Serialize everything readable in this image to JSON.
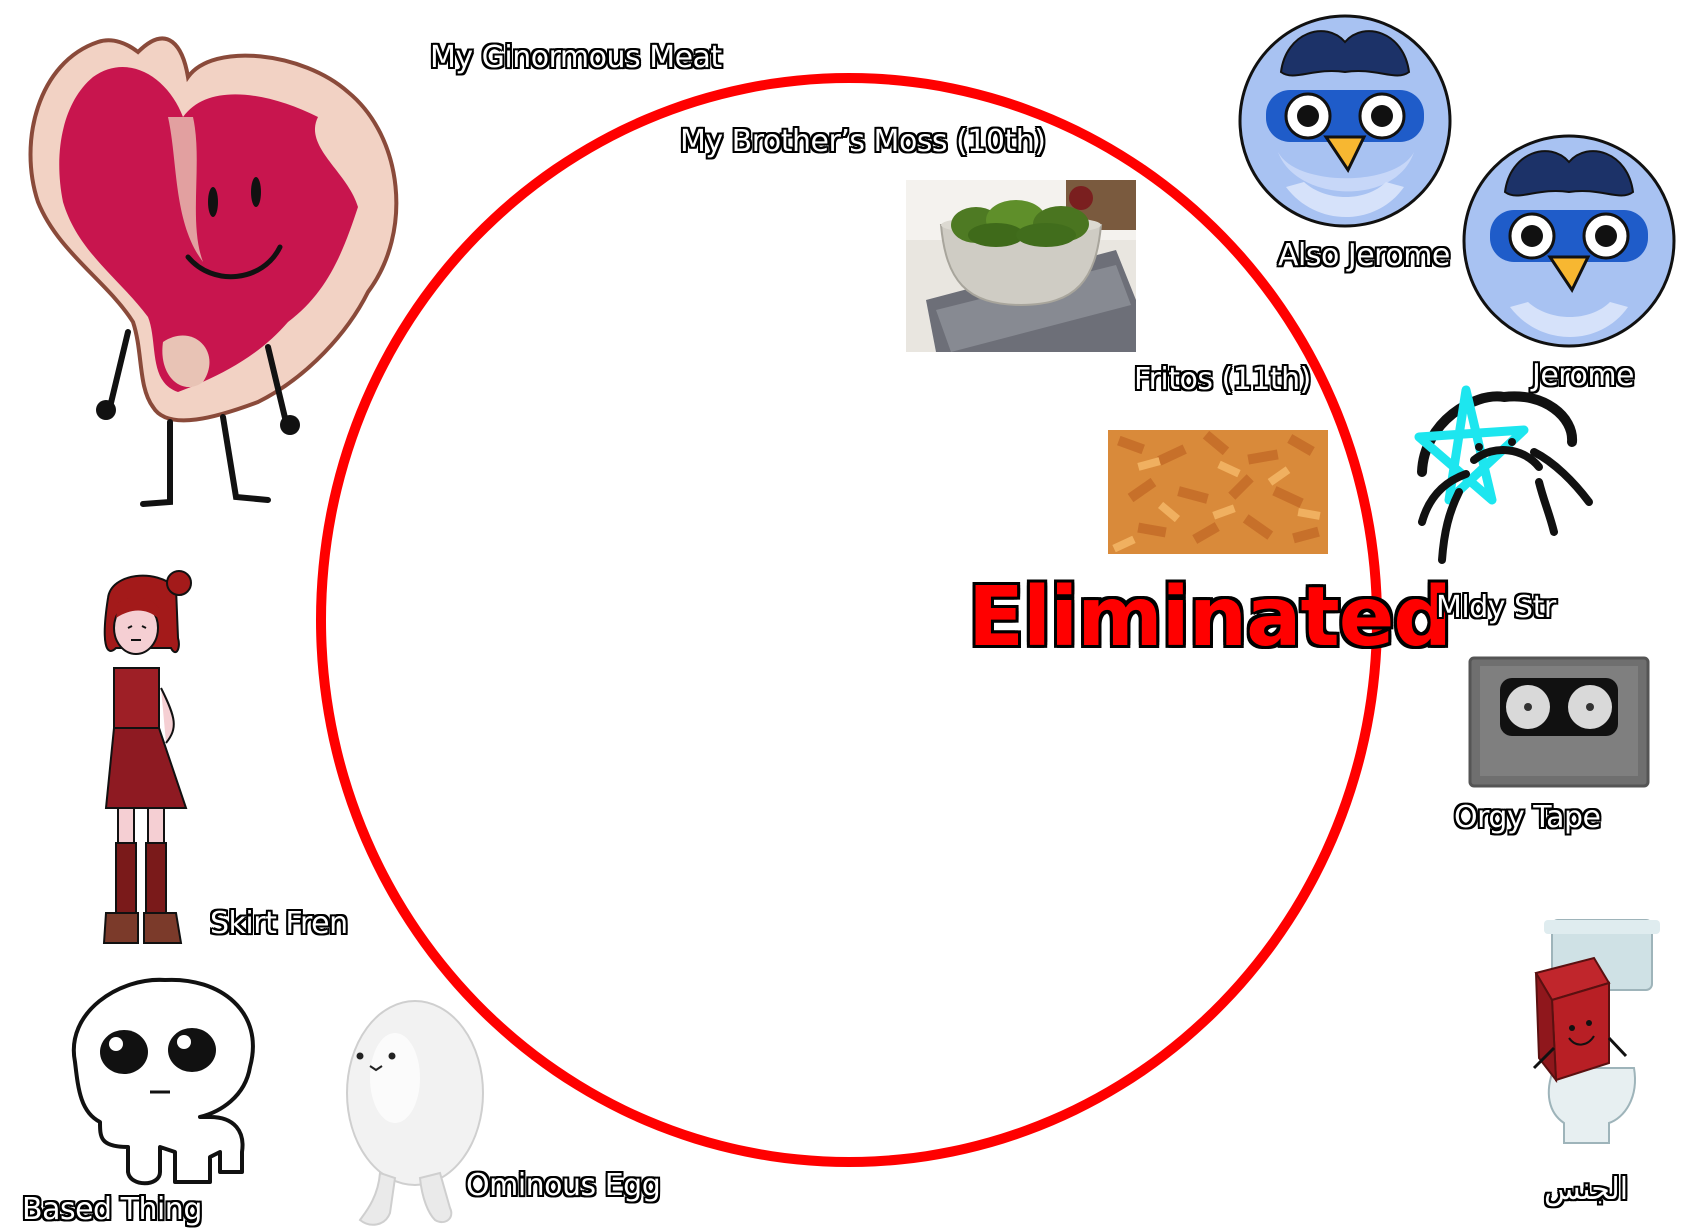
{
  "status": "Eliminated",
  "contestants": {
    "my_ginormous_meat": "My Ginormous Meat",
    "my_brothers_moss": "My Brother’s Moss (10th)",
    "also_jerome": "Also Jerome",
    "jerome": "Jerome",
    "fritos": "Fritos (11th)",
    "mldy_str": "Mldy Str",
    "orgy_tape": "Orgy Tape",
    "skirt_fren": "Skirt Fren",
    "based_thing": "Based Thing",
    "ominous_egg": "Ominous Egg",
    "al_jins": "الجنس"
  },
  "colors": {
    "ring": "#ff0000",
    "eliminated": "#ff0000"
  }
}
